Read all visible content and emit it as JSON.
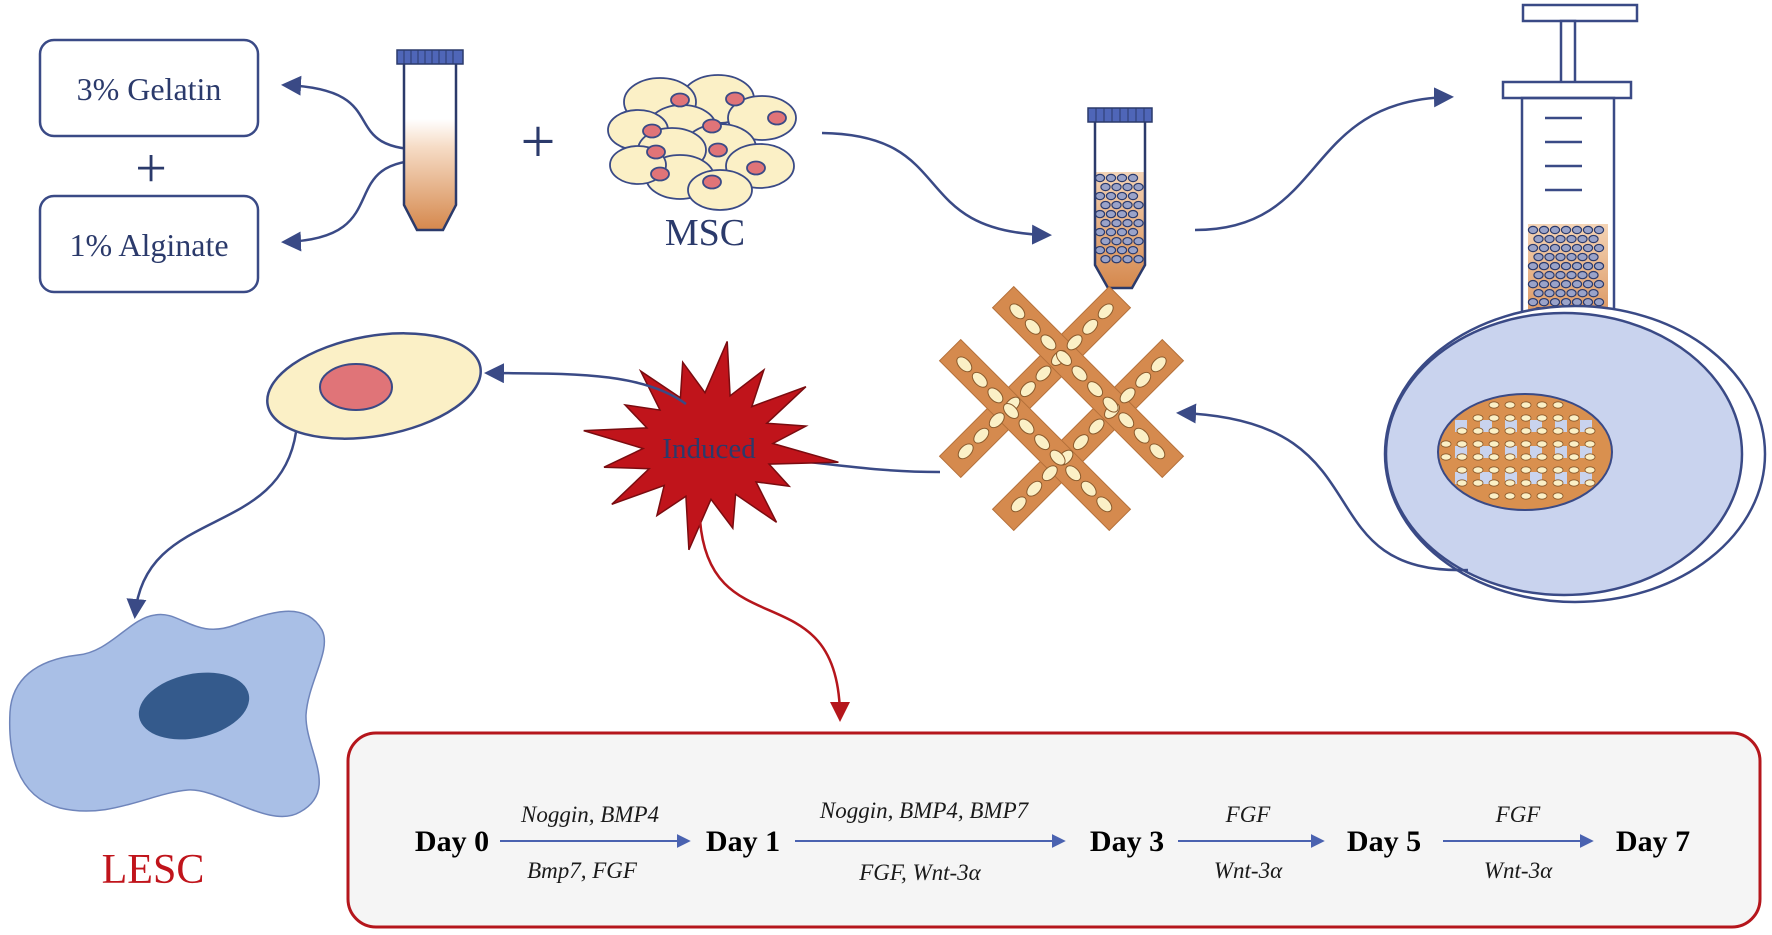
{
  "components": {
    "gelatin_label": "3% Gelatin",
    "alginate_label": "1% Alginate",
    "plus_symbol": "+",
    "msc_label": "MSC",
    "induced_label": "Induced",
    "lesc_label": "LESC"
  },
  "timeline": {
    "days": [
      "Day 0",
      "Day 1",
      "Day 3",
      "Day 5",
      "Day 7"
    ],
    "steps": [
      {
        "above": "Noggin, BMP4",
        "below": "Bmp7, FGF"
      },
      {
        "above": "Noggin, BMP4, BMP7",
        "below": "FGF, Wnt-3α"
      },
      {
        "above": "FGF",
        "below": "Wnt-3α"
      },
      {
        "above": "FGF",
        "below": "Wnt-3α"
      }
    ]
  },
  "colors": {
    "navy_line": "#3a4a86",
    "gel_orange": "#d58a4e",
    "cell_fill": "#fbf0c6",
    "nucleus_red": "#e07478",
    "induced_red": "#c0141b",
    "lesc_blue": "#a9bfe6",
    "lesc_nucleus": "#345a8c",
    "dish_blue": "#c9d3ee",
    "timeline_border": "#b5161c",
    "timeline_bg": "#f5f5f5"
  }
}
